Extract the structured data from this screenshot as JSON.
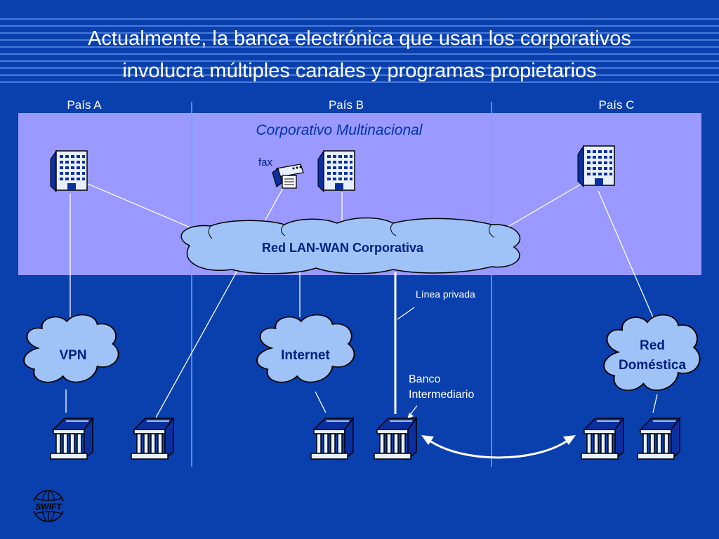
{
  "title": {
    "line1": "Actualmente, la banca electrónica que usan los corporativos",
    "line2": "involucra múltiples canales y programas propietarios"
  },
  "countries": [
    "País A",
    "País B",
    "País C"
  ],
  "corporate_label": "Corporativo Multinacional",
  "fax_label": "fax",
  "network": {
    "lan_wan": "Red LAN-WAN Corporativa",
    "vpn": "VPN",
    "internet": "Internet",
    "domestic_line1": "Red",
    "domestic_line2": "Doméstica"
  },
  "private_line_label": "Línea privada",
  "intermediary_bank": {
    "line1": "Banco",
    "line2": "Intermediario"
  },
  "logo_text": "SWIFT",
  "icons": [
    "building-icon",
    "fax-icon",
    "bank-icon",
    "swift-logo-icon"
  ],
  "colors": {
    "background": "#0a3fae",
    "corporate_band": "#9999ff",
    "cloud_fill": "#9fc3f7",
    "title_text": "#ffffff",
    "corporate_label_text": "#0033aa",
    "icon_blue": "#0a2f9e"
  }
}
